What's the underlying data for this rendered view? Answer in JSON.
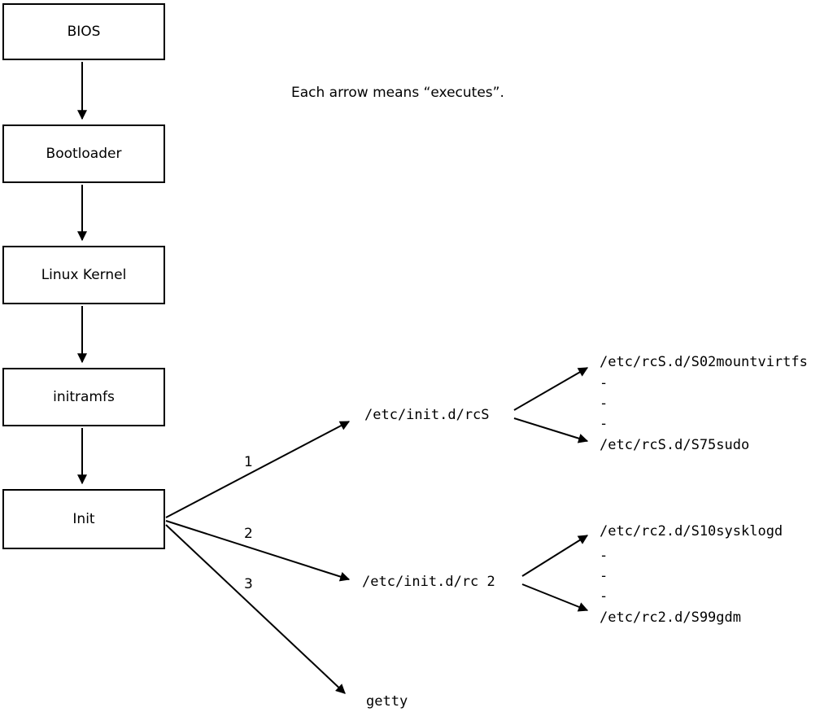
{
  "note": "Each arrow means “executes”.",
  "boxes": [
    {
      "label": "BIOS"
    },
    {
      "label": "Bootloader"
    },
    {
      "label": "Linux Kernel"
    },
    {
      "label": "initramfs"
    },
    {
      "label": "Init"
    }
  ],
  "branches": [
    {
      "number": "1",
      "target": "/etc/init.d/rcS"
    },
    {
      "number": "2",
      "target": "/etc/init.d/rc 2"
    },
    {
      "number": "3",
      "target": "getty"
    }
  ],
  "rcS_items": [
    "/etc/rcS.d/S02mountvirtfs",
    "-",
    "-",
    "-",
    "/etc/rcS.d/S75sudo"
  ],
  "rc2_items": [
    "/etc/rc2.d/S10sysklogd",
    "-",
    "-",
    "-",
    "/etc/rc2.d/S99gdm"
  ],
  "line_color": "#000000"
}
